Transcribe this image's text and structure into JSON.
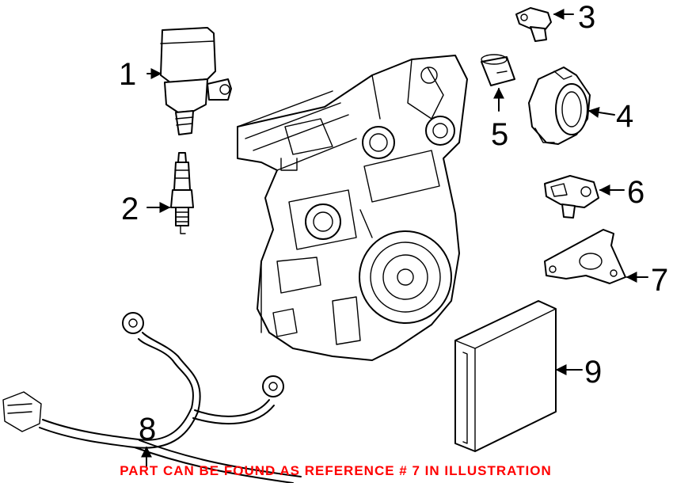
{
  "callouts": [
    {
      "id": "1",
      "label": "1"
    },
    {
      "id": "2",
      "label": "2"
    },
    {
      "id": "3",
      "label": "3"
    },
    {
      "id": "4",
      "label": "4"
    },
    {
      "id": "5",
      "label": "5"
    },
    {
      "id": "6",
      "label": "6"
    },
    {
      "id": "7",
      "label": "7"
    },
    {
      "id": "8",
      "label": "8"
    },
    {
      "id": "9",
      "label": "9"
    }
  ],
  "note": "PART CAN BE FOUND AS REFERENCE # 7 IN ILLUSTRATION",
  "colors": {
    "note": "#ff0000",
    "lines": "#000000",
    "background": "#ffffff"
  }
}
